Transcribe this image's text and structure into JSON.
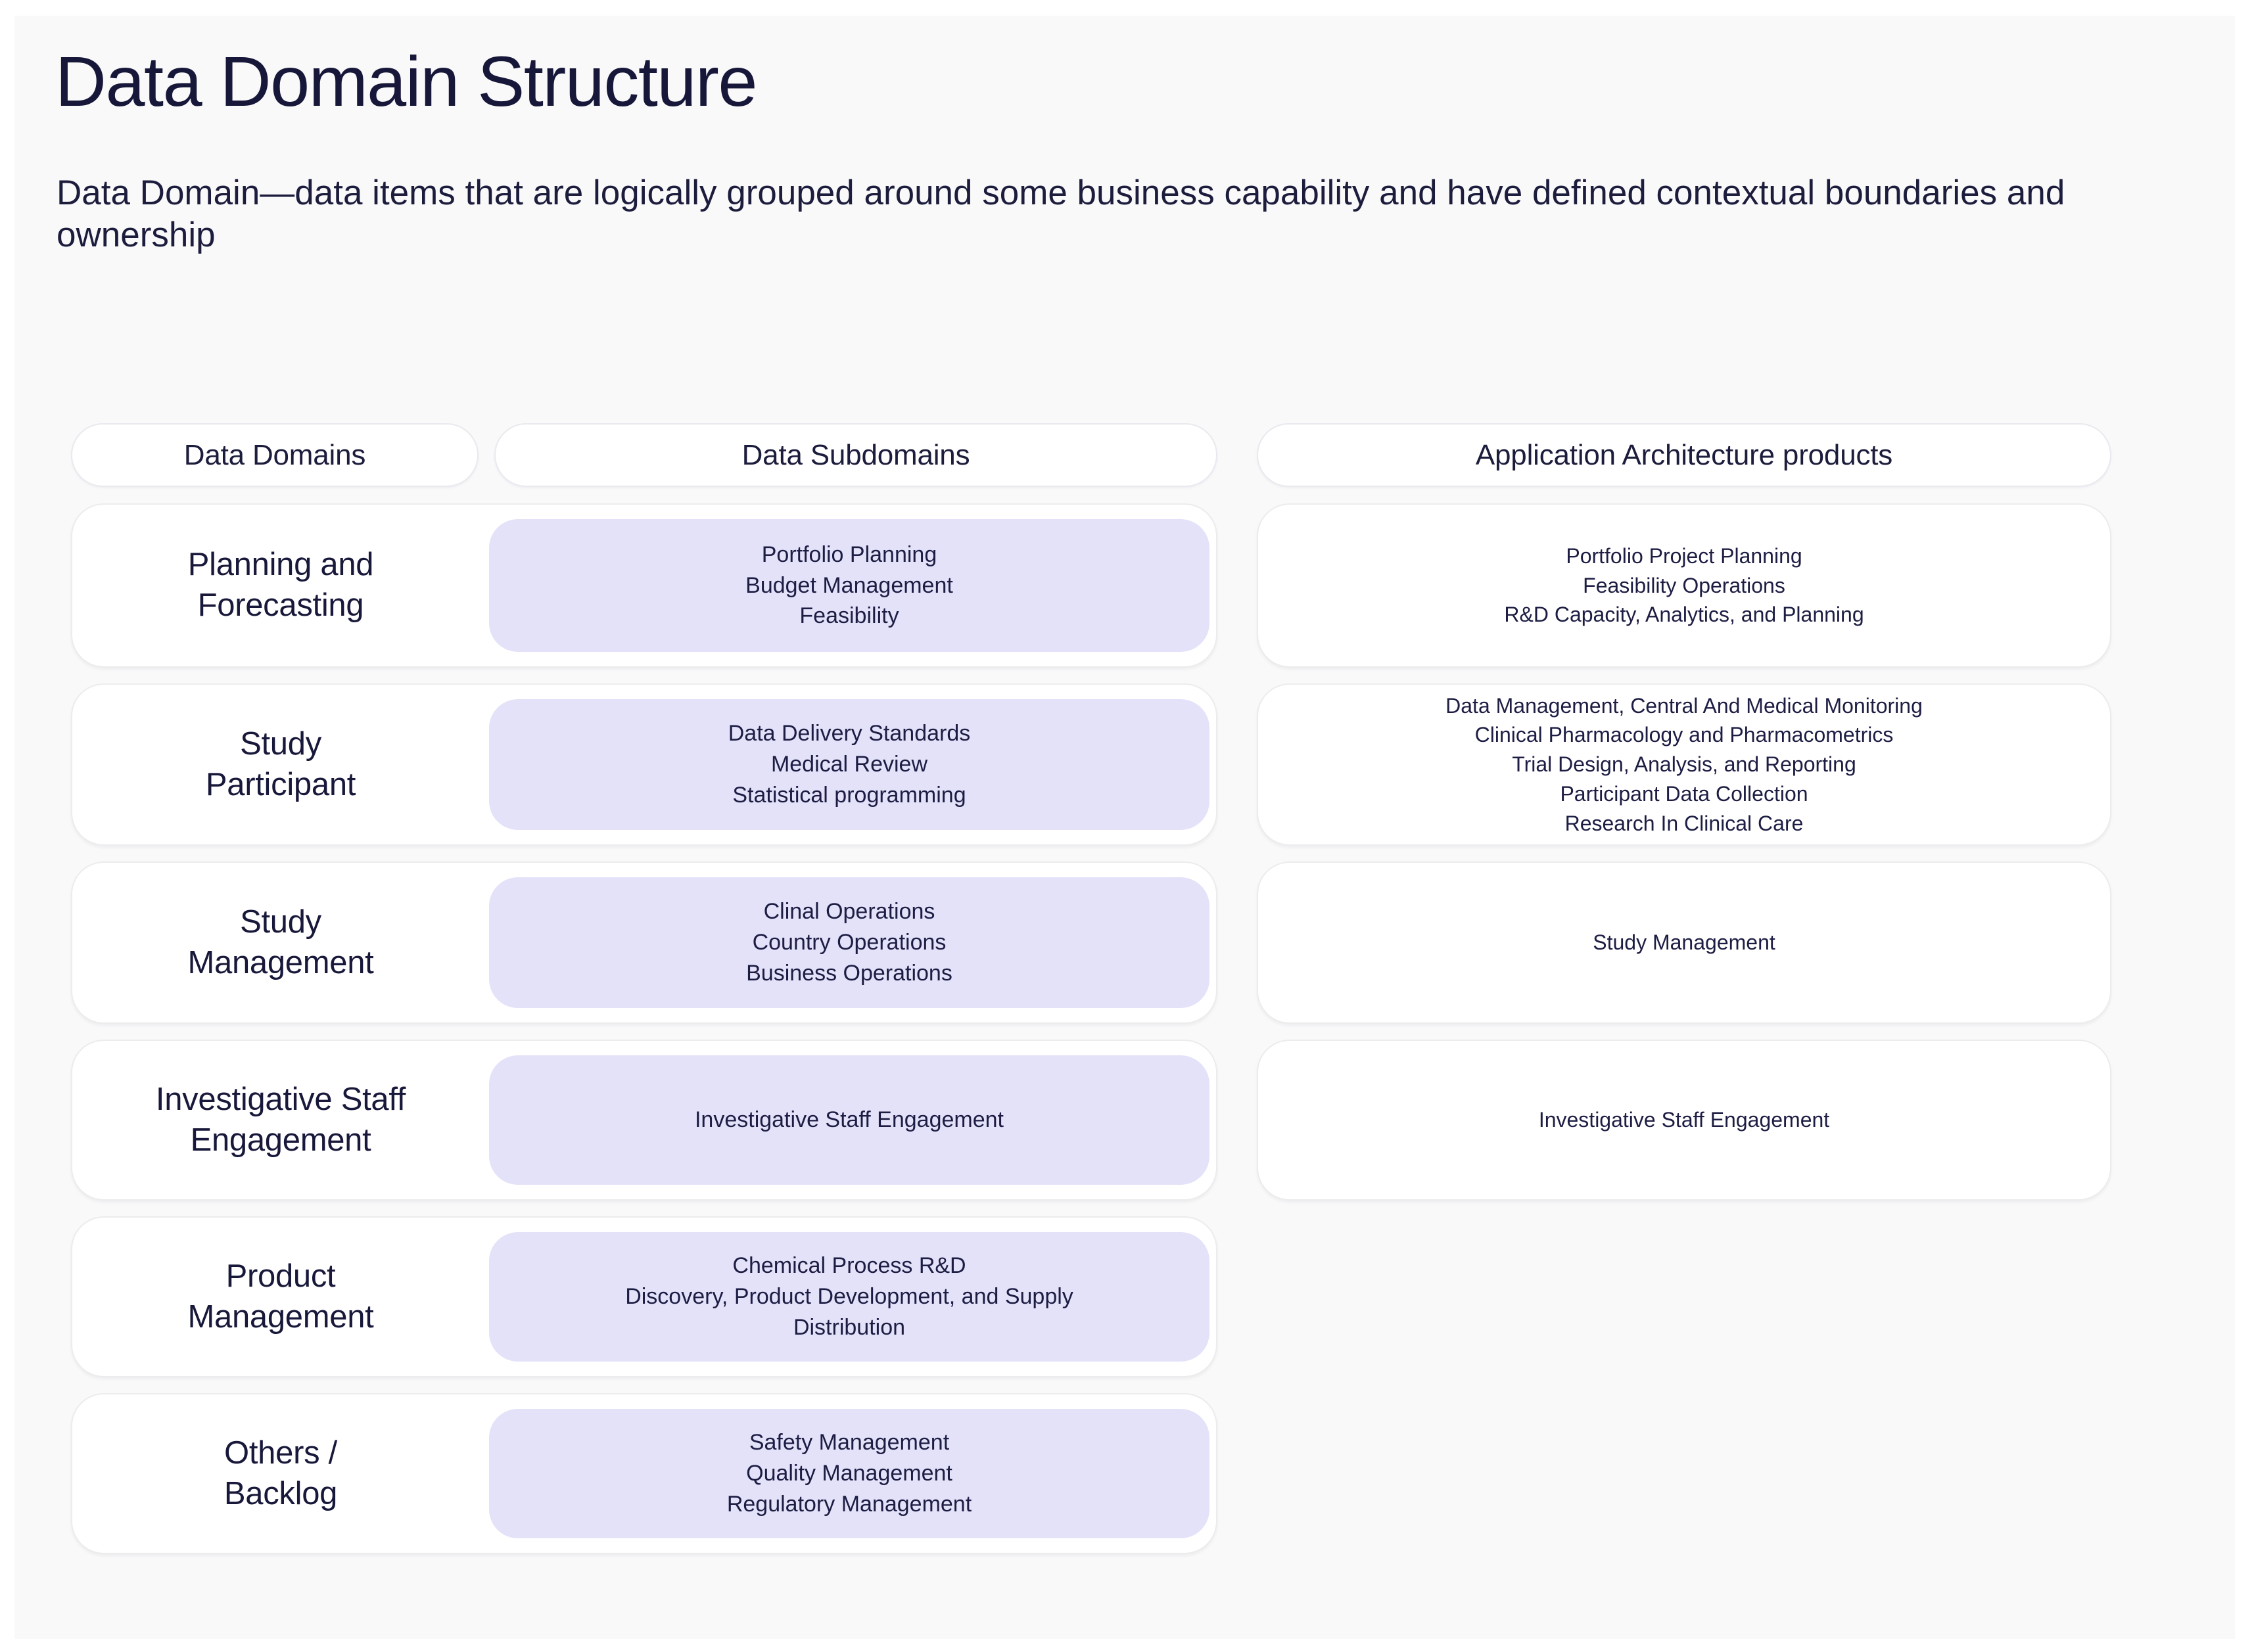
{
  "header": {
    "title": "Data Domain Structure",
    "subtitle": "Data Domain—data items that are logically grouped around some business capability and have defined contextual boundaries and ownership"
  },
  "colors": {
    "canvas_background": "#f9f9fa",
    "card_background": "#ffffff",
    "subdomain_background": "#e3e2f9",
    "card_border": "#ececed",
    "text": "#1d1d44",
    "title_text": "#17173a"
  },
  "columns": [
    {
      "id": "data-domains",
      "label": "Data Domains"
    },
    {
      "id": "data-subdomains",
      "label": "Data Subdomains"
    },
    {
      "id": "application-architecture-products",
      "label": "Application Architecture products"
    }
  ],
  "rows": [
    {
      "domain": "Planning and Forecasting",
      "subdomains": [
        "Portfolio Planning",
        "Budget Management",
        "Feasibility"
      ],
      "products": [
        "Portfolio Project Planning",
        "Feasibility Operations",
        "R&D Capacity, Analytics, and Planning"
      ]
    },
    {
      "domain": "Study Participant",
      "subdomains": [
        "Data Delivery Standards",
        "Medical Review",
        "Statistical programming"
      ],
      "products": [
        "Data Management, Central And Medical Monitoring",
        "Clinical Pharmacology and Pharmacometrics",
        "Trial Design, Analysis, and Reporting",
        "Participant Data Collection",
        "Research In Clinical Care"
      ]
    },
    {
      "domain": "Study Management",
      "subdomains": [
        "Clinal Operations",
        "Country Operations",
        "Business Operations"
      ],
      "products": [
        "Study Management"
      ]
    },
    {
      "domain": "Investigative Staff Engagement",
      "subdomains": [
        "Investigative Staff Engagement"
      ],
      "products": [
        "Investigative Staff Engagement"
      ]
    },
    {
      "domain": "Product Management",
      "subdomains": [
        "Chemical Process R&D",
        "Discovery, Product Development, and Supply",
        "Distribution"
      ],
      "products": []
    },
    {
      "domain": "Others / Backlog",
      "subdomains": [
        "Safety Management",
        "Quality Management",
        "Regulatory Management"
      ],
      "products": []
    }
  ],
  "row_text": {
    "r0_domain": "Planning and\nForecasting",
    "r1_domain": "Study\nParticipant",
    "r2_domain": "Study\nManagement",
    "r3_domain": "Investigative Staff\nEngagement",
    "r4_domain": "Product\nManagement",
    "r5_domain": "Others /\nBacklog"
  }
}
